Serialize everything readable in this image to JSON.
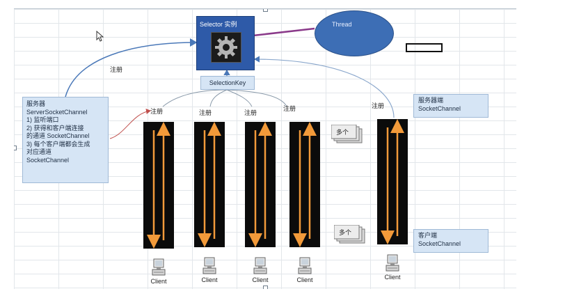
{
  "selector": {
    "title": "Selector 实例",
    "icon": "gear-icon"
  },
  "thread": {
    "label": "Thread"
  },
  "selection_key": {
    "label": "SelectionKey"
  },
  "register_label": "注册",
  "server_box": {
    "lines": [
      "服务器",
      "ServerSocketChannel",
      "1) 监听端口",
      "2) 获得和客户端连接",
      "的通道 SocketChannel",
      "3) 每个客户端都会生成",
      "对应通道",
      "SocketChannel"
    ]
  },
  "server_side_box": {
    "lines": [
      "服务器端",
      "SocketChannel"
    ]
  },
  "client_side_box": {
    "lines": [
      "客户端",
      "SocketChannel"
    ]
  },
  "multi_label": "多个",
  "channels": [
    {
      "register": "注册",
      "client": "Client"
    },
    {
      "register": "注册",
      "client": "Client"
    },
    {
      "register": "注册",
      "client": "Client"
    },
    {
      "register": "注册",
      "client": "Client"
    },
    {
      "register": "注册",
      "client": "Client"
    }
  ],
  "colors": {
    "selector_fill": "#2e5aa8",
    "thread_fill": "#3d6eb5",
    "arrow_orange": "#f29a3a",
    "connector_purple": "#8a3a8a",
    "light_box": "#d6e5f5"
  }
}
